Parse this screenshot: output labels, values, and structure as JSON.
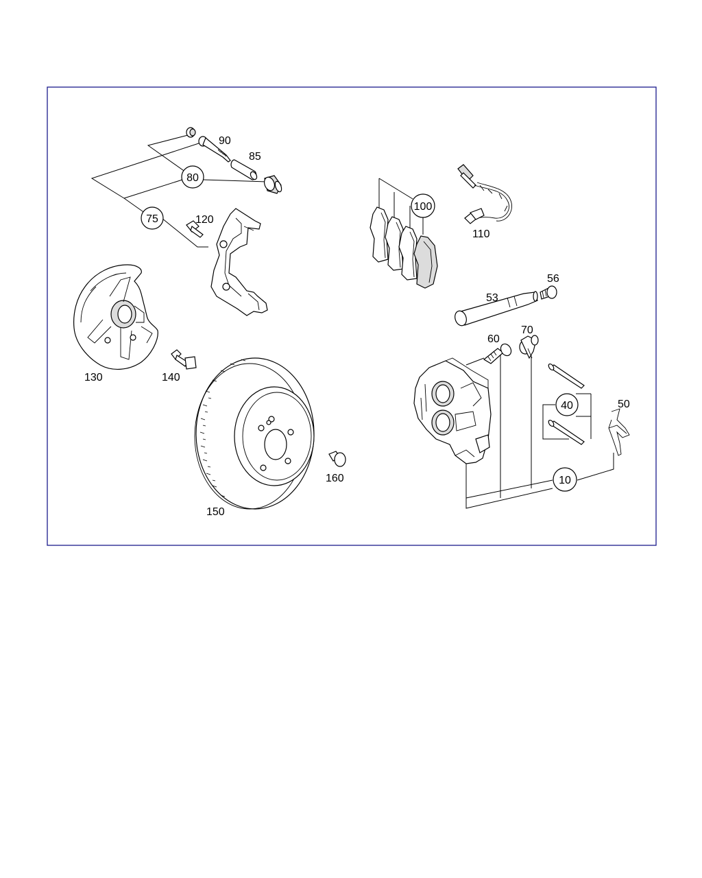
{
  "diagram": {
    "frame_color": "#1a1a8c",
    "plain_labels": {
      "p90": "90",
      "p85": "85",
      "p120": "120",
      "p110": "110",
      "p56": "56",
      "p53": "53",
      "p60": "60",
      "p70": "70",
      "p50": "50",
      "p130": "130",
      "p140": "140",
      "p160": "160",
      "p150": "150"
    },
    "circled_labels": {
      "c80": "80",
      "c75": "75",
      "c100": "100",
      "c40": "40",
      "c10": "10"
    },
    "parts": [
      "brake-disc",
      "dust-shield",
      "caliper-bracket",
      "brake-pads",
      "wear-sensor",
      "brake-caliper",
      "guide-pins",
      "bleeder-screw",
      "spring-clip"
    ]
  }
}
